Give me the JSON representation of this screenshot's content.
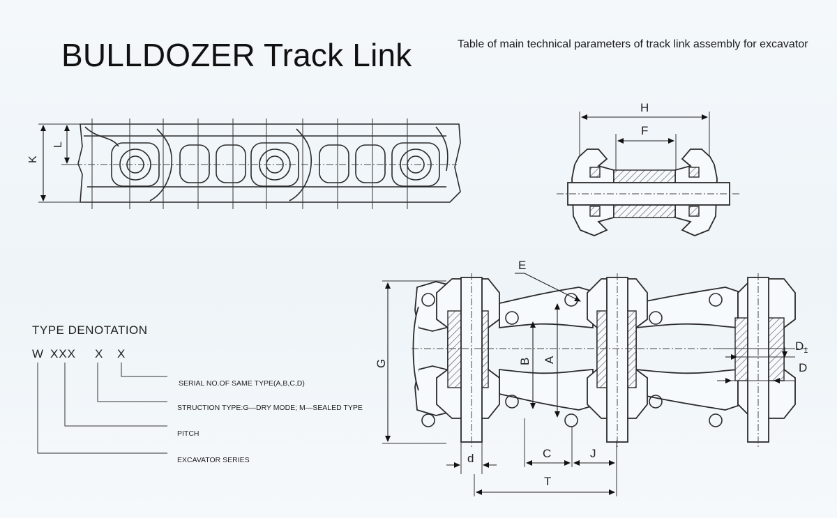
{
  "title": "BULLDOZER Track Link",
  "subtitle": "Table of main technical parameters of track link assembly for excavator",
  "side_view": {
    "labels": {
      "K": "K",
      "L": "L"
    }
  },
  "section_view": {
    "labels": {
      "H": "H",
      "F": "F"
    }
  },
  "plan_view": {
    "labels": {
      "E": "E",
      "G": "G",
      "B": "B",
      "A": "A",
      "D1_main": "D",
      "D1_sub": "1",
      "D": "D",
      "d": "d",
      "C": "C",
      "J": "J",
      "T": "T"
    }
  },
  "type_denotation": {
    "heading": "TYPE DENOTATION",
    "code": {
      "w": "W",
      "xxx": "XXX",
      "x1": "X",
      "x2": "X"
    },
    "items": [
      "SERIAL  NO.OF SAME TYPE(A,B,C,D)",
      "STRUCTION TYPE:G—DRY MODE; M—SEALED TYPE",
      "PITCH",
      "EXCAVATOR SERIES"
    ]
  }
}
